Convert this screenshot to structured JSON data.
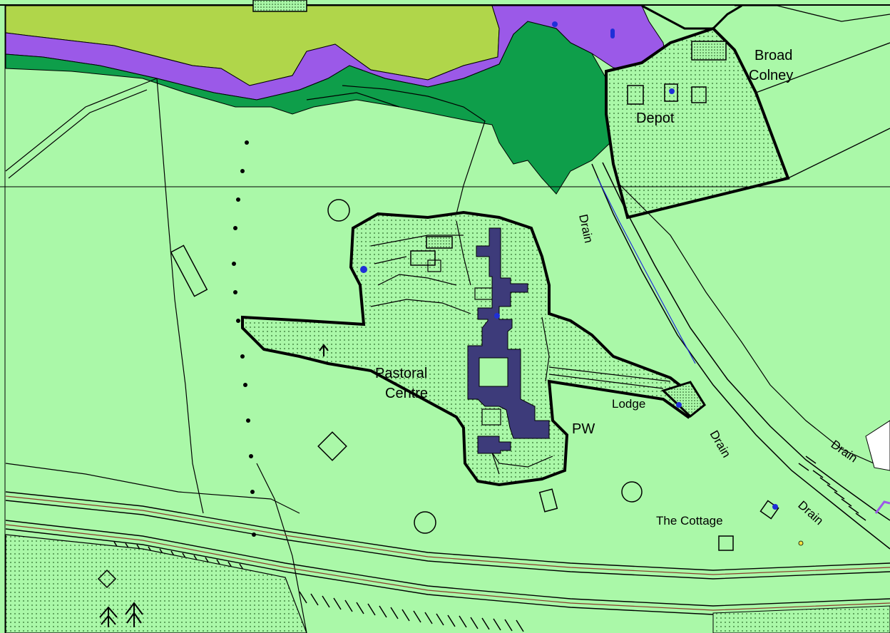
{
  "colors": {
    "land": "#aaf8a8",
    "woodland": "#0e9e4a",
    "grassland": "#b0d64a",
    "purple_zone": "#9b59e8",
    "building": "#3d3b7a",
    "outline": "#000000",
    "water_dot": "#1f2fd8",
    "railway": "#8b3a2a"
  },
  "labels": {
    "broad": "Broad",
    "colney": "Colney",
    "depot": "Depot",
    "drain": "Drain",
    "pastoral": "Pastoral",
    "centre": "Centre",
    "lodge": "Lodge",
    "pw": "PW",
    "cottage": "The Cottage"
  },
  "icons": {
    "tree": "conifer-tree-icon",
    "water_point": "blue-dot-icon"
  }
}
